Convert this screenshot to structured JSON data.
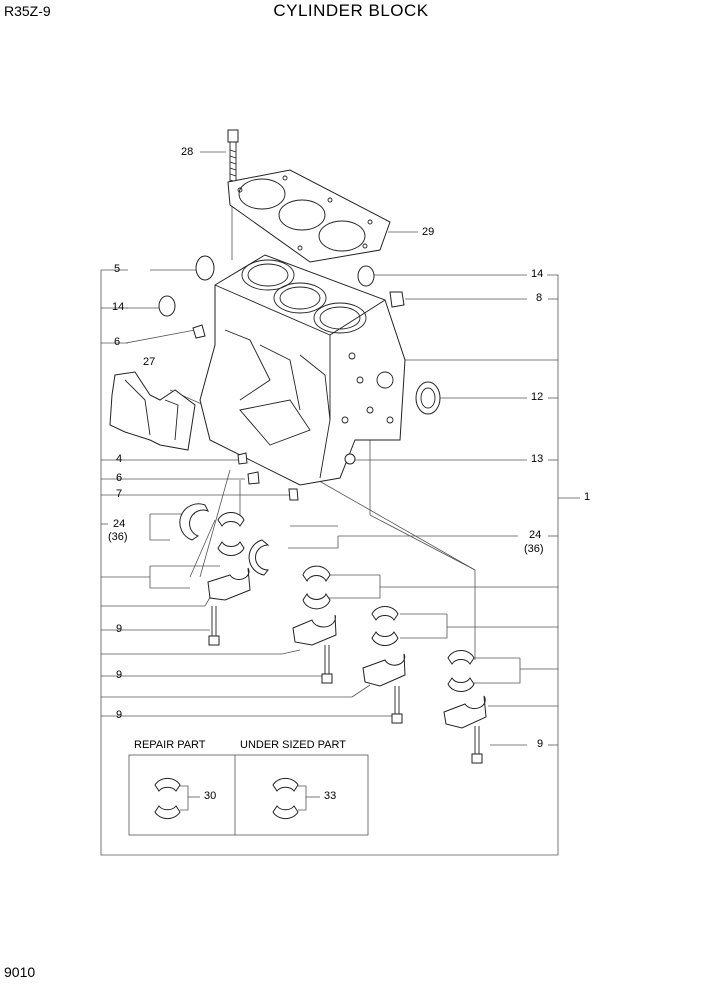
{
  "header": {
    "model": "R35Z-9",
    "title": "CYLINDER BLOCK"
  },
  "footer": {
    "page_number": "9010"
  },
  "callouts": {
    "c28": "28",
    "c29": "29",
    "c5": "5",
    "c14a": "14",
    "c14b": "14",
    "c8": "8",
    "c6a": "6",
    "c27": "27",
    "c12": "12",
    "c4": "4",
    "c13": "13",
    "c6b": "6",
    "c7": "7",
    "c1": "1",
    "c24a": "24",
    "c36a": "(36)",
    "c24b": "24",
    "c36b": "(36)",
    "c9a": "9",
    "c9b": "9",
    "c9c": "9",
    "c9d": "9",
    "c30": "30",
    "c33": "33"
  },
  "inset": {
    "repair_label": "REPAIR PART",
    "undersized_label": "UNDER SIZED PART"
  }
}
